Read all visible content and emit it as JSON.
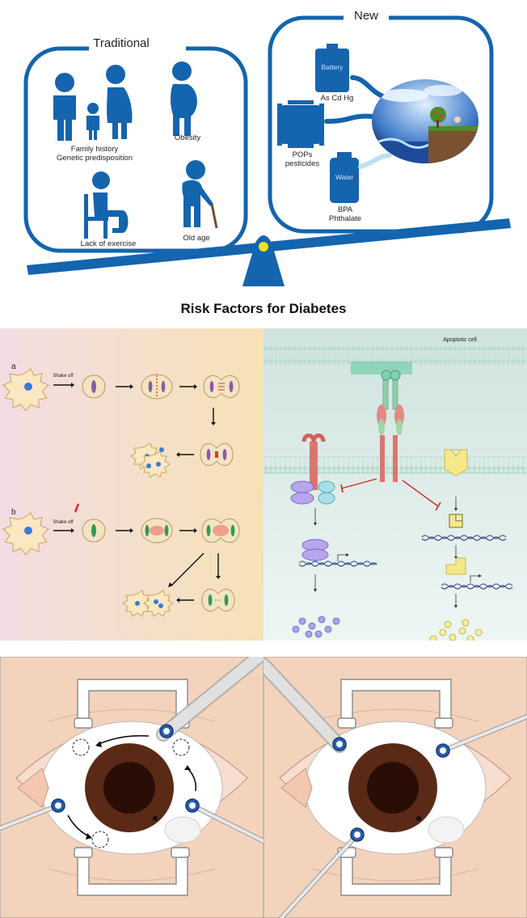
{
  "risk": {
    "traditional_title": "Traditional",
    "new_title": "New",
    "family_line1": "Family history",
    "family_line2": "Genetic predisposition",
    "obesity": "Obesity",
    "exercise": "Lack of exercise",
    "old_age": "Old age",
    "battery": "Battery",
    "metals": "As Cd Hg",
    "pops_line1": "POPs",
    "pops_line2": "pesticides",
    "water": "Water",
    "bpa_line1": "BPA",
    "bpa_line2": "Phthalate",
    "caption": "Risk Factors for Diabetes",
    "colors": {
      "blue": "#1464ae",
      "yellow": "#f5e01e"
    }
  },
  "mitosis": {
    "label_a": "a",
    "label_b": "b",
    "shake_a": "Shake off",
    "shake_b": "Shake off"
  },
  "apoptosis": {
    "title": "Apoptotic cell"
  }
}
